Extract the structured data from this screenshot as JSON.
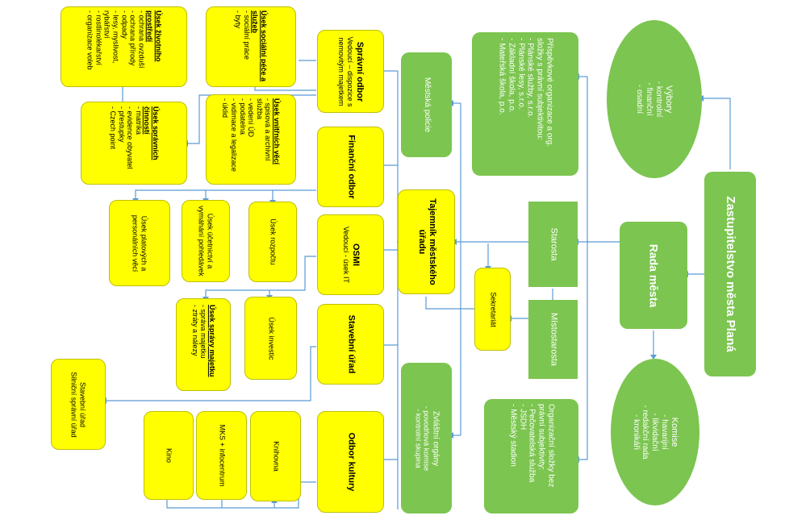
{
  "nodes": {
    "zastupitelstvo": {
      "title": "Zastupitelstvo města Planá"
    },
    "vybory": {
      "title": "Výbory",
      "items": [
        "- kontrolní",
        "- finanční",
        "- osadní"
      ]
    },
    "rada": {
      "title": "Rada města"
    },
    "komise": {
      "title": "Komise",
      "items": [
        "- havarijní",
        "- likvidační",
        "- redakční rada",
        "- kronikáři"
      ]
    },
    "prispevkove": {
      "title": "Příspěvkové organizace a org. složky s právní subjektivitou:",
      "items": [
        "- Plánské služby, s.r.o.",
        "- Plánské lesy, s.r.o.",
        "- Základní škola, p.o.",
        "- Mateřská škola, p.o."
      ]
    },
    "starosta": {
      "title": "Starosta"
    },
    "mistostarosta": {
      "title": "Místostarosta"
    },
    "organizacni": {
      "title": "Organizační složky bez právní subjektivity:",
      "items": [
        "- Pečovatelská služba",
        "- JSDH",
        "- Městský stadion"
      ]
    },
    "policie": {
      "title": "Městská policie"
    },
    "tajemnik": {
      "title": "Tajemník městského úřadu"
    },
    "sekretariat": {
      "title": "Sekretariát"
    },
    "zvlastni": {
      "title": "Zvláštní orgány",
      "items": [
        "- povodňová komise",
        "- kontrolní skupina"
      ]
    },
    "spravni_odbor": {
      "title": "Správní odbor",
      "sub": "Vedoucí – dispozice s nemovitým majetkem"
    },
    "financni_odbor": {
      "title": "Finanční odbor"
    },
    "osmi": {
      "title": "OSMI",
      "sub": "Vedoucí - úsek IT"
    },
    "stavebni_urad": {
      "title": "Stavební úřad"
    },
    "odbor_kultury": {
      "title": "Odbor kultury"
    },
    "usek_socialni": {
      "title": "Úsek sociální péče a služeb",
      "items": [
        "- sociální práce",
        "- byty"
      ]
    },
    "usek_zivotni": {
      "title": "Úsek životního prostředí",
      "items": [
        "- ochrana ovzduší",
        "- ochrana přírody",
        "- odpady",
        "- lesy, myslivost, rybářství",
        "- rostlinolékařství",
        "- organizace voleb"
      ]
    },
    "usek_vnitrnich": {
      "title": "Úsek vnitřních věcí",
      "items": [
        "- spisová a archivní služba",
        "- vedení ÚD",
        "- podatelna",
        "- vidimace a legalizace",
        "- úklid"
      ]
    },
    "usek_spravnich": {
      "title": "Úsek správních činností",
      "items": [
        "- matrika",
        "- evidence obyvatel",
        "- přestupky",
        "- Czech point"
      ]
    },
    "usek_rozpoctu": {
      "title": "Úsek rozpočtu"
    },
    "usek_ucetnictvi": {
      "title": "Úsek účetnictví a vymáhání pohledávek"
    },
    "usek_platovych": {
      "title": "Úsek platových a personálních věcí"
    },
    "usek_investic": {
      "title": "Úsek investic"
    },
    "usek_spravy": {
      "title": "Úsek správy majetku",
      "items": [
        "- správa majetku",
        "- ztráty a nálezy"
      ]
    },
    "stavebni_silnicni": {
      "title": "Stavební úřad",
      "sub": "Silniční správní úřad"
    },
    "knihovna": {
      "title": "Knihovna"
    },
    "mks": {
      "title": "MKS + infocentrum"
    },
    "kino": {
      "title": "Kino"
    }
  },
  "colors": {
    "green": "#7cc550",
    "yellow": "#ffff00",
    "connector": "#5b9bd5"
  }
}
